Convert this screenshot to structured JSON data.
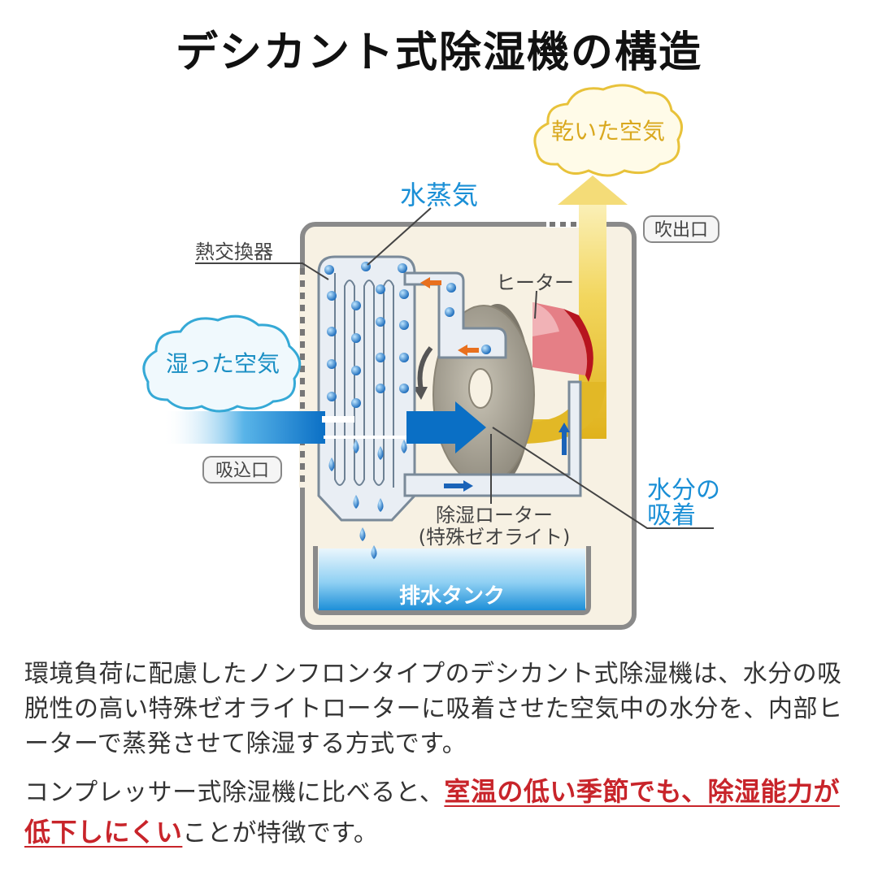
{
  "title": "デシカント式除湿機の構造",
  "labels": {
    "dry_air": "乾いた空気",
    "water_vapor": "水蒸気",
    "outlet": "吹出口",
    "heat_exchanger": "熱交換器",
    "heater": "ヒーター",
    "humid_air": "湿った空気",
    "inlet": "吸込口",
    "moisture_adsorption_line1": "水分の",
    "moisture_adsorption_line2": "吸着",
    "rotor_line1": "除湿ローター",
    "rotor_line2": "(特殊ゼオライト)",
    "drain_tank": "排水タンク"
  },
  "description": {
    "paragraph1": "環境負荷に配慮したノンフロンタイプのデシカント式除湿機は、水分の吸脱性の高い特殊ゼオライトローターに吸着させた空気中の水分を、内部ヒーターで蒸発させて除湿する方式です。",
    "paragraph2_prefix": "コンプレッサー式除湿機に比べると、",
    "paragraph2_highlight": "室温の低い季節でも、除湿能力が低下しにくい",
    "paragraph2_suffix": "ことが特徴です。"
  },
  "colors": {
    "highlight_red": "#c8242a",
    "water_blue": "#1e7fd0",
    "label_blue": "#1a8fd6",
    "dry_air_yellow": "#e8c23a",
    "heater_red": "#c8202e",
    "housing_bg": "#f7f1e3"
  },
  "icons": [
    "cloud-icon",
    "water-drop-icon",
    "arrow-icon"
  ]
}
